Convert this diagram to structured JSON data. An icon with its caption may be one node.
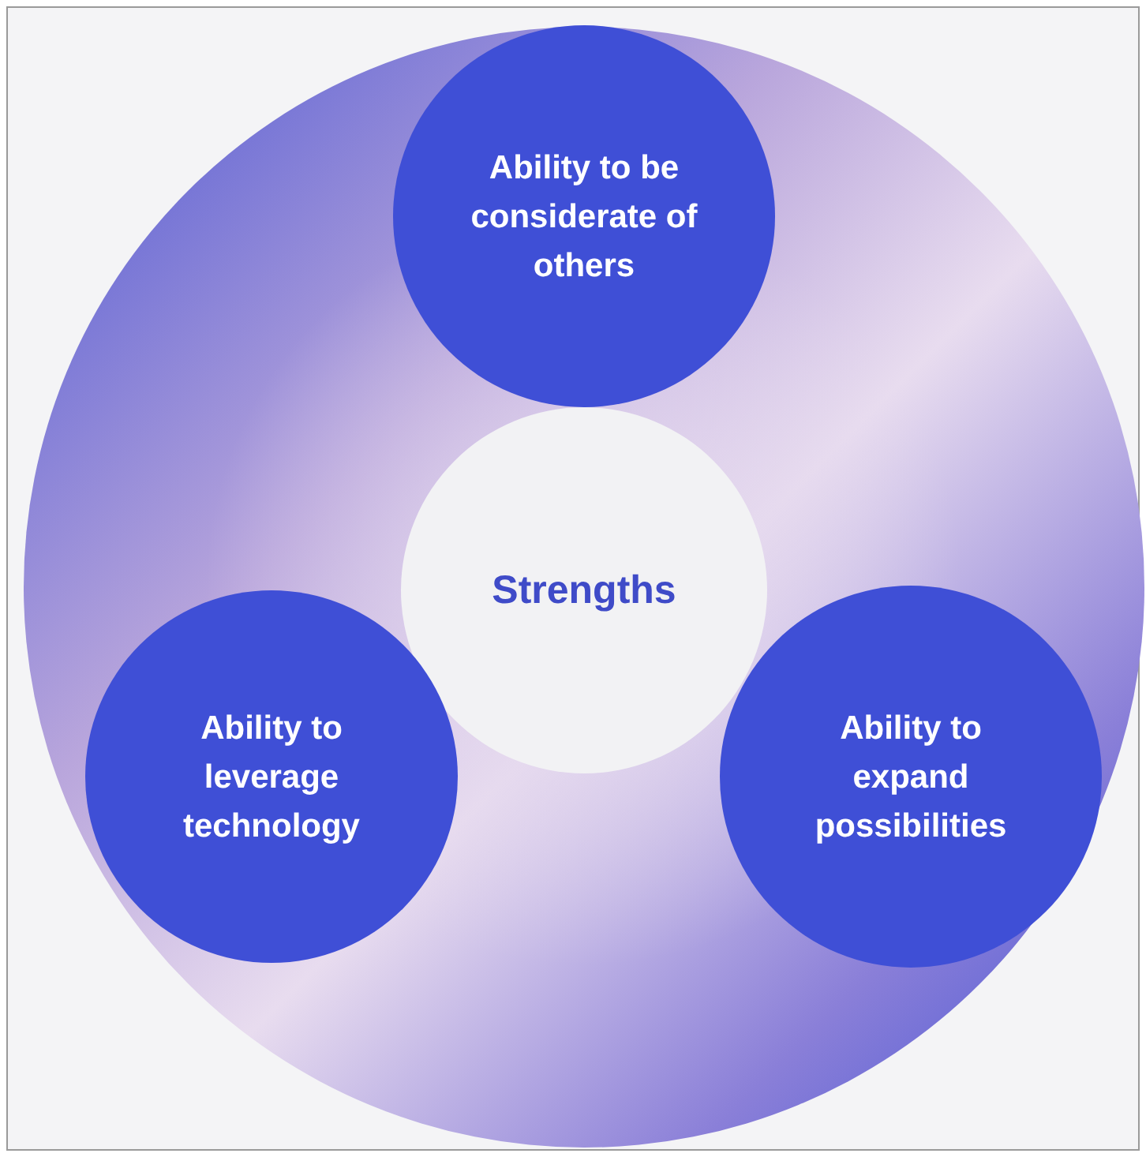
{
  "diagram": {
    "nodes": [
      {
        "text": [
          "Strengths"
        ]
      },
      {
        "text": [
          "Ability to be considerate of others"
        ]
      },
      {
        "text": [
          "Ability to leverage technology"
        ]
      },
      {
        "text": [
          "Ability to expand possibilities"
        ]
      }
    ]
  }
}
